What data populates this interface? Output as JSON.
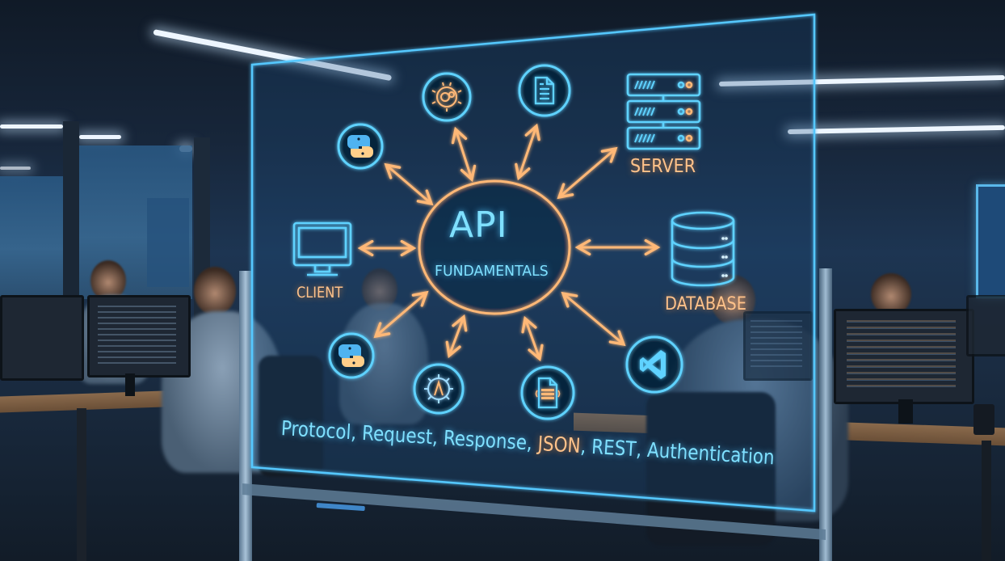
{
  "diagram": {
    "title": "API",
    "subtitle": "FUNDAMENTALS",
    "nodes": {
      "client": {
        "label": "CLIENT",
        "icon": "monitor-icon"
      },
      "server": {
        "label": "SERVER",
        "icon": "server-rack-icon"
      },
      "database": {
        "label": "DATABASE",
        "icon": "database-cylinder-icon"
      },
      "python_top": {
        "icon": "python-logo-icon"
      },
      "gear_top": {
        "icon": "gear-brain-icon"
      },
      "document_top": {
        "icon": "document-icon"
      },
      "python_bottom": {
        "icon": "python-logo-icon"
      },
      "gear_bottom": {
        "icon": "gear-code-icon"
      },
      "json_file": {
        "icon": "json-file-icon"
      },
      "vscode": {
        "icon": "vscode-logo-icon"
      }
    },
    "keywords": [
      {
        "text": "Protocol, ",
        "accent": false
      },
      {
        "text": "Request, ",
        "accent": false
      },
      {
        "text": "Response, ",
        "accent": false
      },
      {
        "text": "JSON",
        "accent": true
      },
      {
        "text": ", ",
        "accent": false
      },
      {
        "text": "REST, ",
        "accent": false
      },
      {
        "text": "Authentication",
        "accent": false
      }
    ]
  },
  "colors": {
    "cyan": "#6fdcff",
    "orange": "#ffb877",
    "panel_edge": "#55c8ff",
    "background": "#1a2c42"
  }
}
